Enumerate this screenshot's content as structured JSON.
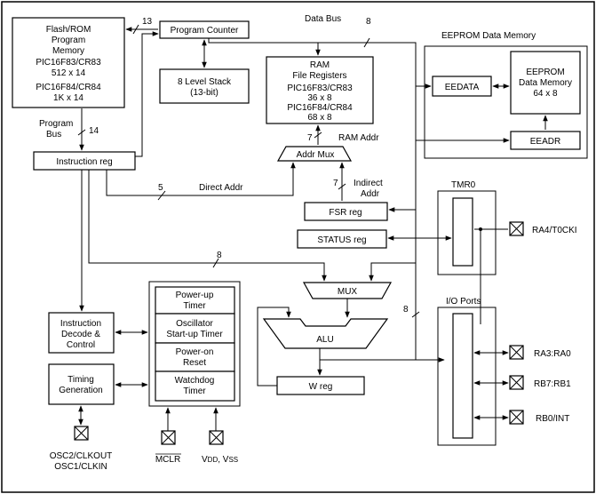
{
  "blocks": {
    "flash": [
      "Flash/ROM",
      "Program",
      "Memory",
      "PIC16F83/CR83",
      "512 x 14",
      "PIC16F84/CR84",
      "1K x 14"
    ],
    "program_counter": "Program Counter",
    "stack": [
      "8 Level Stack",
      "(13-bit)"
    ],
    "ram": [
      "RAM",
      "File Registers",
      "PIC16F83/CR83",
      "36 x 8",
      "PIC16F84/CR84",
      "68 x 8"
    ],
    "eeprom_title": "EEPROM Data Memory",
    "eedata": "EEDATA",
    "eeprom_mem": [
      "EEPROM",
      "Data Memory",
      "64 x 8"
    ],
    "eeadr": "EEADR",
    "instruction_reg": "Instruction reg",
    "addr_mux": "Addr Mux",
    "fsr_reg": "FSR reg",
    "status_reg": "STATUS reg",
    "tmr0": "TMR0",
    "mux": "MUX",
    "alu": "ALU",
    "w_reg": "W reg",
    "io_ports": "I/O Ports",
    "instruction_decode": [
      "Instruction",
      "Decode &",
      "Control"
    ],
    "timing_generation": [
      "Timing",
      "Generation"
    ],
    "powerup_timer": [
      "Power-up",
      "Timer"
    ],
    "oscillator_timer": [
      "Oscillator",
      "Start-up Timer"
    ],
    "poweron_reset": [
      "Power-on",
      "Reset"
    ],
    "watchdog_timer": [
      "Watchdog",
      "Timer"
    ]
  },
  "labels": {
    "data_bus": "Data Bus",
    "program_bus": [
      "Program",
      "Bus"
    ],
    "ram_addr": "RAM Addr",
    "direct_addr": "Direct Addr",
    "indirect_addr": [
      "Indirect",
      "Addr"
    ],
    "bus_13": "13",
    "bus_8_top": "8",
    "bus_14": "14",
    "bus_7_ram": "7",
    "bus_5": "5",
    "bus_7_indirect": "7",
    "bus_8_mid": "8",
    "bus_8_right": "8"
  },
  "pins": {
    "ra4": "RA4/T0CKI",
    "ra3": "RA3:RA0",
    "rb7": "RB7:RB1",
    "rb0": "RB0/INT",
    "osc": [
      "OSC2/CLKOUT",
      "OSC1/CLKIN"
    ],
    "mclr": "MCLR",
    "vdd_main": "V",
    "vdd_sub": "DD",
    "vss_sep": ", V",
    "vss_sub": "SS"
  }
}
